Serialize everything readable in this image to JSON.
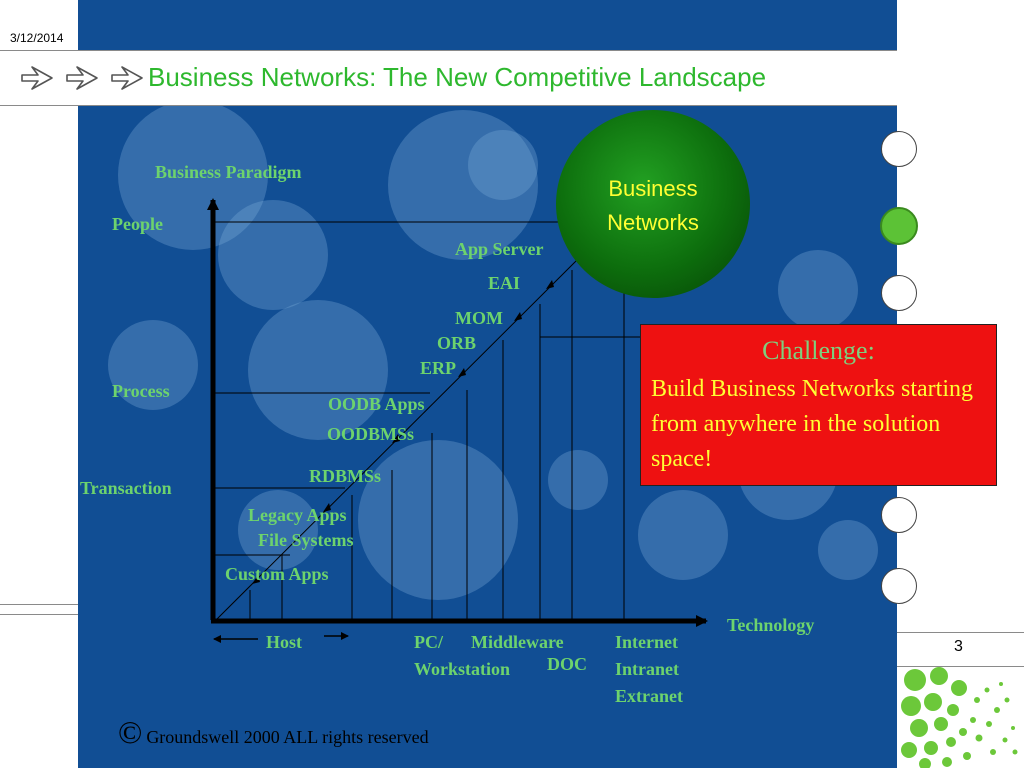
{
  "slide": {
    "date": "3/12/2014",
    "title": "Business Networks: The New Competitive Landscape",
    "page_number": "3",
    "copyright_symbol": "©",
    "copyright_text": "Groundswell 2000 ALL rights reserved"
  },
  "diagram": {
    "y_axis_title": "Business Paradigm",
    "x_axis_title": "Technology",
    "y_levels": [
      "People",
      "Process",
      "Transaction"
    ],
    "x_groups": {
      "host": "Host",
      "pc_line1": "PC/",
      "pc_line2": "Workstation",
      "middleware": "Middleware",
      "doc": "DOC",
      "internet": "Internet",
      "intranet": "Intranet",
      "extranet": "Extranet"
    },
    "steps": [
      "Custom Apps",
      "File Systems",
      "Legacy Apps",
      "RDBMSs",
      "OODBMSs",
      "OODB Apps",
      "ERP",
      "ORB",
      "MOM",
      "EAI",
      "App Server"
    ],
    "goal_line1": "Business",
    "goal_line2": "Networks"
  },
  "challenge": {
    "title": "Challenge:",
    "body": "Build Business Networks starting from anywhere in the solution space!"
  },
  "colors": {
    "panel_blue": "#114e94",
    "label_green": "#6dd36d",
    "title_green": "#2eb82e",
    "challenge_red": "#ee1111",
    "challenge_text": "#ffff33"
  }
}
